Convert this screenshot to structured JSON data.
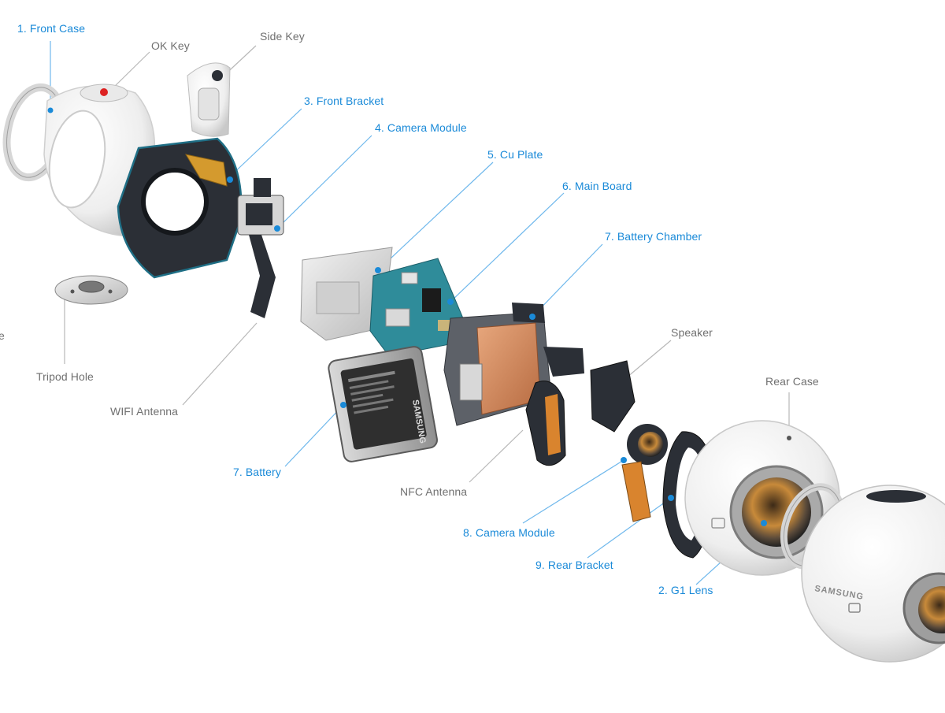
{
  "colors": {
    "blue_label": "#1a8ad8",
    "gray_label": "#707070",
    "leader_blue": "#6fb8ec",
    "leader_gray": "#b8b8b8",
    "case_white": "#f1f1f1",
    "bracket_dark": "#2b2f36",
    "copper": "#d08a5c",
    "pcb_teal": "#2f8c9a"
  },
  "labels": {
    "front_case": "1. Front Case",
    "ok_key": "OK Key",
    "side_key": "Side Key",
    "front_bracket": "3. Front Bracket",
    "camera_module_front": "4. Camera Module",
    "cu_plate": "5. Cu Plate",
    "main_board": "6. Main Board",
    "battery_chamber": "7. Battery Chamber",
    "speaker": "Speaker",
    "rear_case": "Rear Case",
    "tripod_hole": "Tripod Hole",
    "wifi_antenna": "WIFI Antenna",
    "battery": "7. Battery",
    "nfc_antenna": "NFC Antenna",
    "camera_module_rear": "8. Camera Module",
    "rear_bracket": "9. Rear Bracket",
    "g1_lens": "2. G1 Lens",
    "left_edge_fragment": "e"
  },
  "brand_text": {
    "battery_brand": "SAMSUNG",
    "device_brand": "SAMSUNG"
  }
}
